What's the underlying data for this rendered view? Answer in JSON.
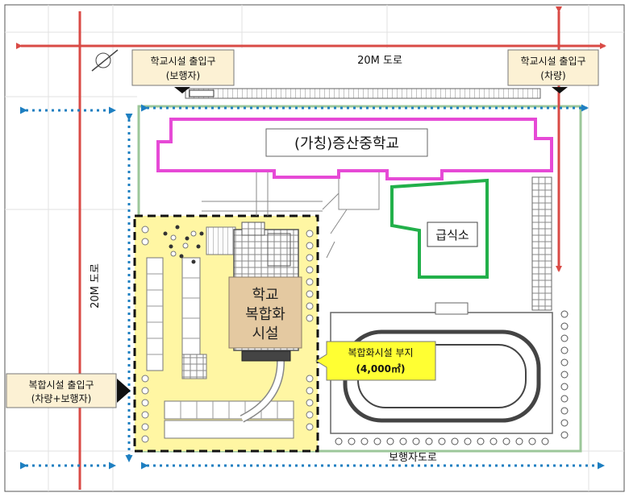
{
  "labels": {
    "entrance_pedestrian_title": "학교시설 출입구",
    "entrance_pedestrian_sub": "(보행자)",
    "entrance_vehicle_title": "학교시설 출입구",
    "entrance_vehicle_sub": "(차량)",
    "road_top": "20M 도로",
    "road_left": "20M 도로",
    "road_bottom": "보행자도로",
    "school_name": "(가칭)증산중학교",
    "cafeteria": "급식소",
    "complex_line1": "학교",
    "complex_line2": "복합화",
    "complex_line3": "시설",
    "site_callout_line1": "복합화시설 부지",
    "site_callout_line2": "(4,000㎡)",
    "complex_entrance_title": "복합시설 출입구",
    "complex_entrance_sub": "(차량+보행자)"
  },
  "colors": {
    "road_red": "#d94a45",
    "pedestrian_blue": "#1e7fc1",
    "school_magenta": "#e64ad6",
    "cafeteria_green": "#22b04a",
    "site_yellow": "#fff6a3",
    "callout_yellow": "#ffff33",
    "entrance_box": "#fcf1d4",
    "boundary_green": "#9cc79a"
  }
}
